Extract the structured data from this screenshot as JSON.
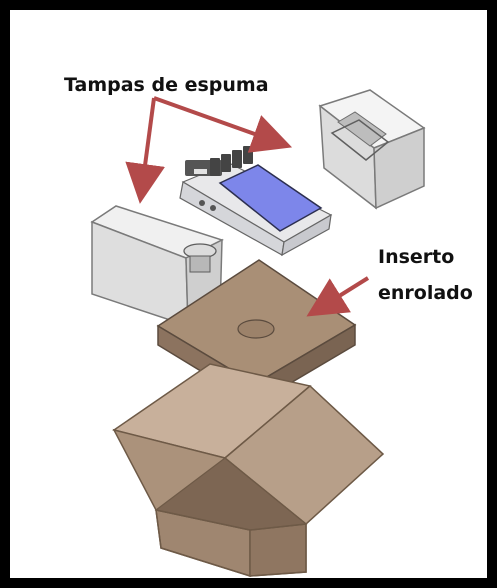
{
  "figure": {
    "labels": {
      "foam_caps": "Tampas de espuma",
      "rolled_insert_line1": "Inserto",
      "rolled_insert_line2": "enrolado"
    }
  },
  "colors": {
    "frame": "#000000",
    "arrow": "#b34a4a",
    "foam": "#e9e9e9",
    "cardboard": "#a78e76",
    "screen": "#7d86ea",
    "device_body": "#e7e8ea"
  },
  "icons": [
    "foam-cap-right",
    "foam-cap-left",
    "device",
    "rolled-insert",
    "cardboard-box"
  ]
}
